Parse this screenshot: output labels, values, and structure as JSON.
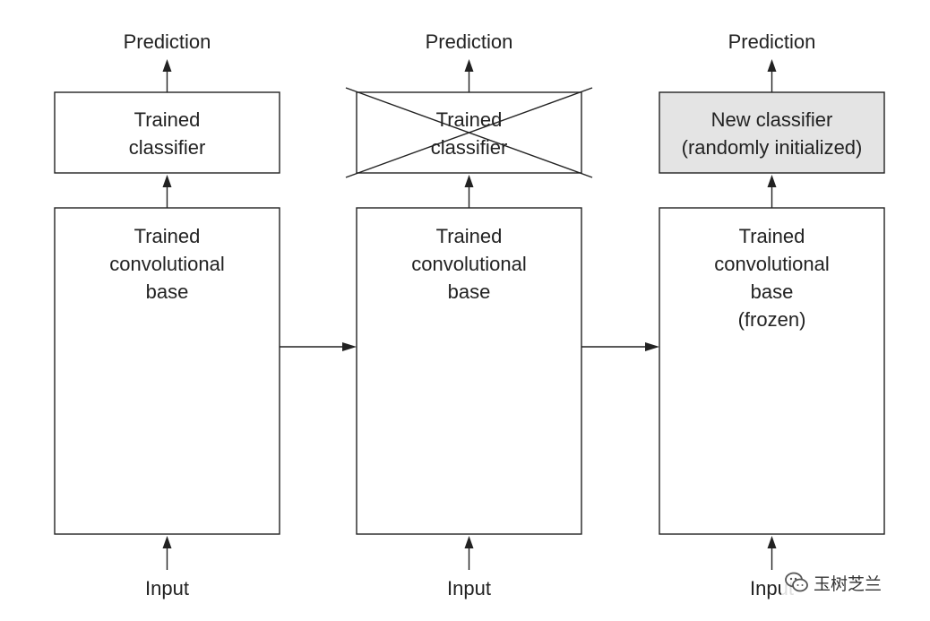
{
  "panels": [
    {
      "output_label": "Prediction",
      "classifier_lines": [
        "Trained",
        "classifier"
      ],
      "classifier_crossed_out": false,
      "classifier_shaded": false,
      "base_lines": [
        "Trained",
        "convolutional",
        "base"
      ],
      "input_label": "Input"
    },
    {
      "output_label": "Prediction",
      "classifier_lines": [
        "Trained",
        "classifier"
      ],
      "classifier_crossed_out": true,
      "classifier_shaded": false,
      "base_lines": [
        "Trained",
        "convolutional",
        "base"
      ],
      "input_label": "Input"
    },
    {
      "output_label": "Prediction",
      "classifier_lines": [
        "New classifier",
        "(randomly initialized)"
      ],
      "classifier_crossed_out": false,
      "classifier_shaded": true,
      "base_lines": [
        "Trained",
        "convolutional",
        "base",
        "(frozen)"
      ],
      "input_label": "Input"
    }
  ],
  "colors": {
    "stroke": "#222222",
    "new_classifier_fill": "#e4e4e4",
    "background": "#ffffff"
  },
  "watermark": {
    "text": "玉树芝兰",
    "icon": "chat-bubble-icon"
  }
}
